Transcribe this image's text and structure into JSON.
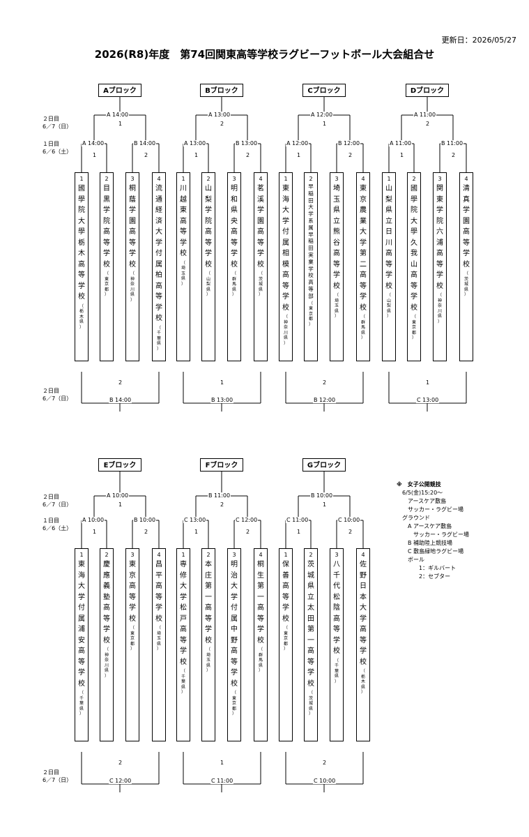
{
  "updated": "更新日：2026/05/27",
  "title": "2026(R8)年度　第74回関東高等学校ラグビーフットボール大会組合せ",
  "day_labels": {
    "day2_top": "２日目",
    "day2_date": "6／7（日）",
    "day1_top": "１日目",
    "day1_date": "6／6（土）"
  },
  "blocks": [
    {
      "name": "Aブロック",
      "final_match": "A 14:00",
      "final_round": "1",
      "left_match": "A 14:00",
      "left_round": "1",
      "right_match": "B 14:00",
      "right_round": "2",
      "placing_round": "2",
      "placing_match": "B 14:00",
      "teams": [
        {
          "num": "1",
          "name": "國學院大學栃木高等学校",
          "pref": "（栃木県）"
        },
        {
          "num": "2",
          "name": "目黒学院高等学校",
          "pref": "（東京都）"
        },
        {
          "num": "3",
          "name": "桐蔭学園高等学校",
          "pref": "（神奈川県）"
        },
        {
          "num": "4",
          "name": "流通経済大学付属柏高等学校",
          "pref": "（千葉県）"
        }
      ]
    },
    {
      "name": "Bブロック",
      "final_match": "A 13:00",
      "final_round": "2",
      "left_match": "A 13:00",
      "left_round": "1",
      "right_match": "B 13:00",
      "right_round": "2",
      "placing_round": "1",
      "placing_match": "B 13:00",
      "teams": [
        {
          "num": "1",
          "name": "川越東高等学校",
          "pref": "（埼玉県）"
        },
        {
          "num": "2",
          "name": "山梨学院高等学校",
          "pref": "（山梨県）"
        },
        {
          "num": "3",
          "name": "明和県央高等学校",
          "pref": "（群馬県）"
        },
        {
          "num": "4",
          "name": "茗溪学園高等学校",
          "pref": "（茨城県）"
        }
      ]
    },
    {
      "name": "Cブロック",
      "final_match": "A 12:00",
      "final_round": "1",
      "left_match": "A 12:00",
      "left_round": "1",
      "right_match": "B 12:00",
      "right_round": "2",
      "placing_round": "2",
      "placing_match": "B 12:00",
      "teams": [
        {
          "num": "1",
          "name": "東海大学付属相模高等学校",
          "pref": "（神奈川県）"
        },
        {
          "num": "2",
          "name": "早稲田大学系属早稲田実業学校高等部",
          "pref": "（東京都）"
        },
        {
          "num": "3",
          "name": "埼玉県立熊谷高等学校",
          "pref": "（埼玉県）"
        },
        {
          "num": "4",
          "name": "東京農業大学第二高等学校",
          "pref": "（群馬県）"
        }
      ]
    },
    {
      "name": "Dブロック",
      "final_match": "A 11:00",
      "final_round": "2",
      "left_match": "A 11:00",
      "left_round": "1",
      "right_match": "B 11:00",
      "right_round": "2",
      "placing_round": "1",
      "placing_match": "C 13:00",
      "teams": [
        {
          "num": "1",
          "name": "山梨県立日川高等学校",
          "pref": "（山梨県）"
        },
        {
          "num": "2",
          "name": "國學院大學久我山高等学校",
          "pref": "（東京都）"
        },
        {
          "num": "3",
          "name": "関東学院六浦高等学校",
          "pref": "（神奈川県）"
        },
        {
          "num": "4",
          "name": "清真学園高等学校",
          "pref": "（茨城県）"
        }
      ]
    },
    {
      "name": "Eブロック",
      "final_match": "A 10:00",
      "final_round": "1",
      "left_match": "A 10:00",
      "left_round": "1",
      "right_match": "B 10:00",
      "right_round": "2",
      "placing_round": "2",
      "placing_match": "C 12:00",
      "teams": [
        {
          "num": "1",
          "name": "東海大学付属浦安高等学校",
          "pref": "（千葉県）"
        },
        {
          "num": "2",
          "name": "慶應義塾高等学校",
          "pref": "（神奈川県）"
        },
        {
          "num": "3",
          "name": "東京高等学校",
          "pref": "（東京都）"
        },
        {
          "num": "4",
          "name": "昌平高等学校",
          "pref": "（埼玉県）"
        }
      ]
    },
    {
      "name": "Fブロック",
      "final_match": "B 11:00",
      "final_round": "2",
      "left_match": "C 13:00",
      "left_round": "1",
      "right_match": "C 12:00",
      "right_round": "2",
      "placing_round": "1",
      "placing_match": "C 11:00",
      "teams": [
        {
          "num": "1",
          "name": "専修大学松戸高等学校",
          "pref": "（千葉県）"
        },
        {
          "num": "2",
          "name": "本庄第一高等学校",
          "pref": "（埼玉県）"
        },
        {
          "num": "3",
          "name": "明治大学付属中野高等学校",
          "pref": "（東京都）"
        },
        {
          "num": "4",
          "name": "桐生第一高等学校",
          "pref": "（群馬県）"
        }
      ]
    },
    {
      "name": "Gブロック",
      "final_match": "B 10:00",
      "final_round": "1",
      "left_match": "C 11:00",
      "left_round": "1",
      "right_match": "C 10:00",
      "right_round": "2",
      "placing_round": "2",
      "placing_match": "C 10:00",
      "teams": [
        {
          "num": "1",
          "name": "保善高等学校",
          "pref": "（東京都）"
        },
        {
          "num": "2",
          "name": "茨城県立太田第一高等学校",
          "pref": "（茨城県）"
        },
        {
          "num": "3",
          "name": "八千代松陰高等学校",
          "pref": "（千葉県）"
        },
        {
          "num": "4",
          "name": "佐野日本大学高等学校",
          "pref": "（栃木県）"
        }
      ]
    }
  ],
  "notes": [
    "※　女子公開競技",
    "　6/5(金)15:20～",
    "　　アースケア敷島",
    "　　サッカー・ラグビー場",
    "　グラウンド",
    "　　A  アースケア敷島",
    "　　　サッカー・ラグビー場",
    "　　B  補助陸上競技場",
    "　　C  敷島緑地ラグビー場",
    "　　ボール",
    "　　　　1：ギルバート",
    "　　　　2：セブター"
  ]
}
